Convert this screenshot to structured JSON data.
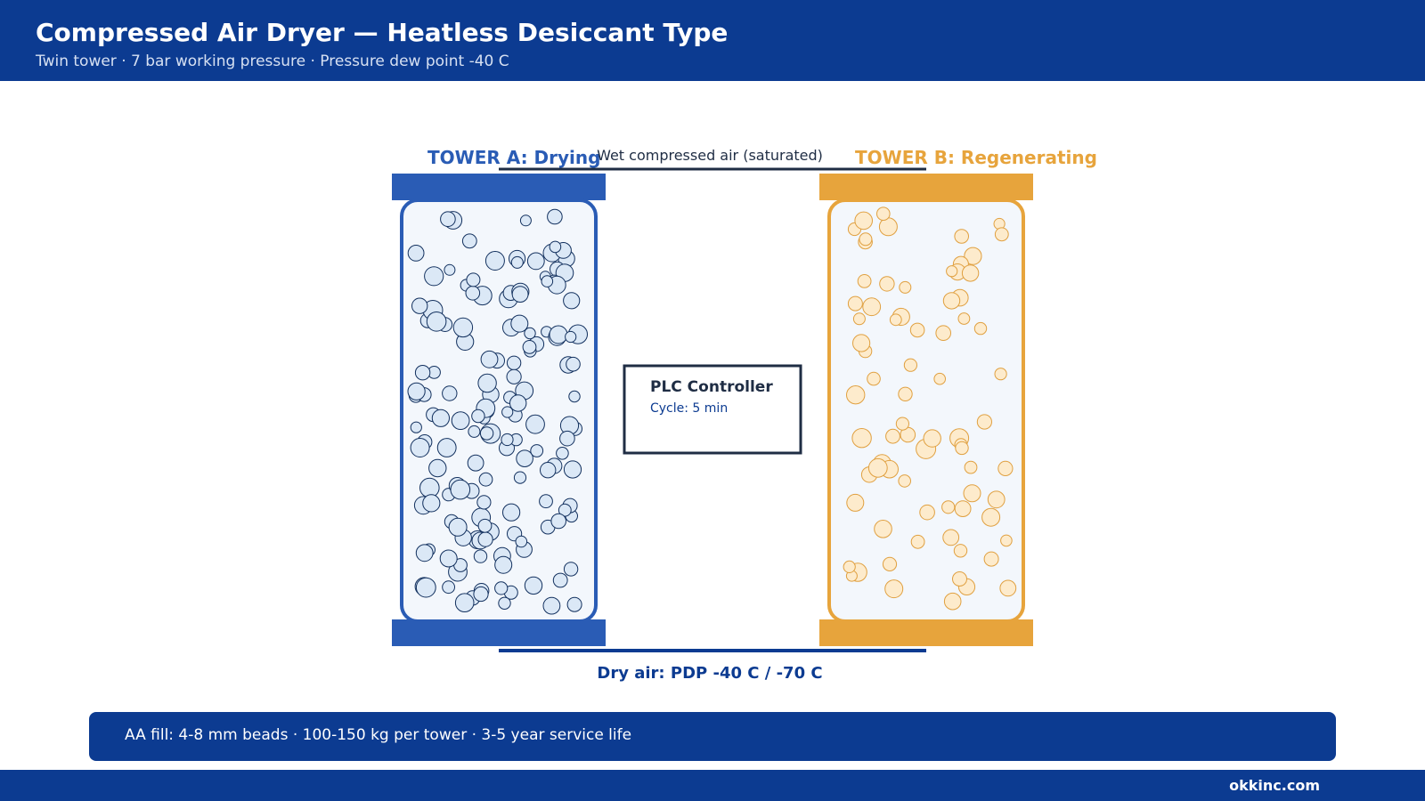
{
  "header": {
    "title": "Compressed Air Dryer — Heatless Desiccant Type",
    "subtitle": "Twin tower · 7 bar working pressure · Pressure dew point -40 C"
  },
  "diagram": {
    "inlet_label": "Wet compressed air (saturated)",
    "outlet_label": "Dry air: PDP -40 C / -70 C",
    "tower_a": {
      "label": "TOWER A: Drying",
      "color": "#2a5cb5",
      "fill": "#f3f7fc",
      "bead_fill": "#dbe8f6",
      "bead_stroke": "#12305e"
    },
    "tower_b": {
      "label": "TOWER B: Regenerating",
      "color": "#e7a43c",
      "fill": "#f3f7fc",
      "bead_fill": "#fdebcc",
      "bead_stroke": "#e0a040"
    },
    "controller": {
      "title": "PLC Controller",
      "detail": "Cycle: 5 min"
    }
  },
  "info_bar": {
    "text": "AA fill: 4-8 mm beads · 100-150 kg per tower · 3-5 year service life"
  },
  "footer": {
    "brand": "okkinc.com"
  },
  "colors": {
    "brand_navy": "#0c3b91",
    "pipe": "#1f2d44"
  }
}
